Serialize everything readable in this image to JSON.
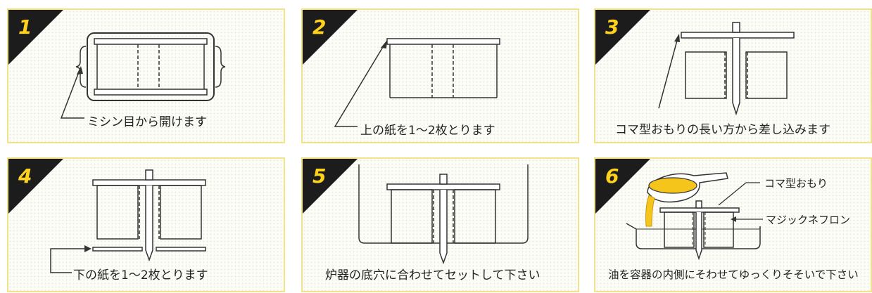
{
  "steps": [
    {
      "number": "1",
      "caption": "ミシン目から開けます"
    },
    {
      "number": "2",
      "caption": "上の紙を1～2枚とります"
    },
    {
      "number": "3",
      "caption": "コマ型おもりの長い方から差し込みます"
    },
    {
      "number": "4",
      "caption": "下の紙を1～2枚とります"
    },
    {
      "number": "5",
      "caption": "炉器の底穴に合わせてセットして下さい"
    },
    {
      "number": "6",
      "caption": "油を容器の内側にそわせてゆっくりそそいで下さい"
    }
  ],
  "labels": {
    "weight": "コマ型おもり",
    "filter": "マジックネフロン"
  },
  "colors": {
    "accent": "#ffd21e",
    "corner": "#1c1c1c",
    "panel_border": "#f2e38a",
    "oil": "#f5c51c"
  }
}
